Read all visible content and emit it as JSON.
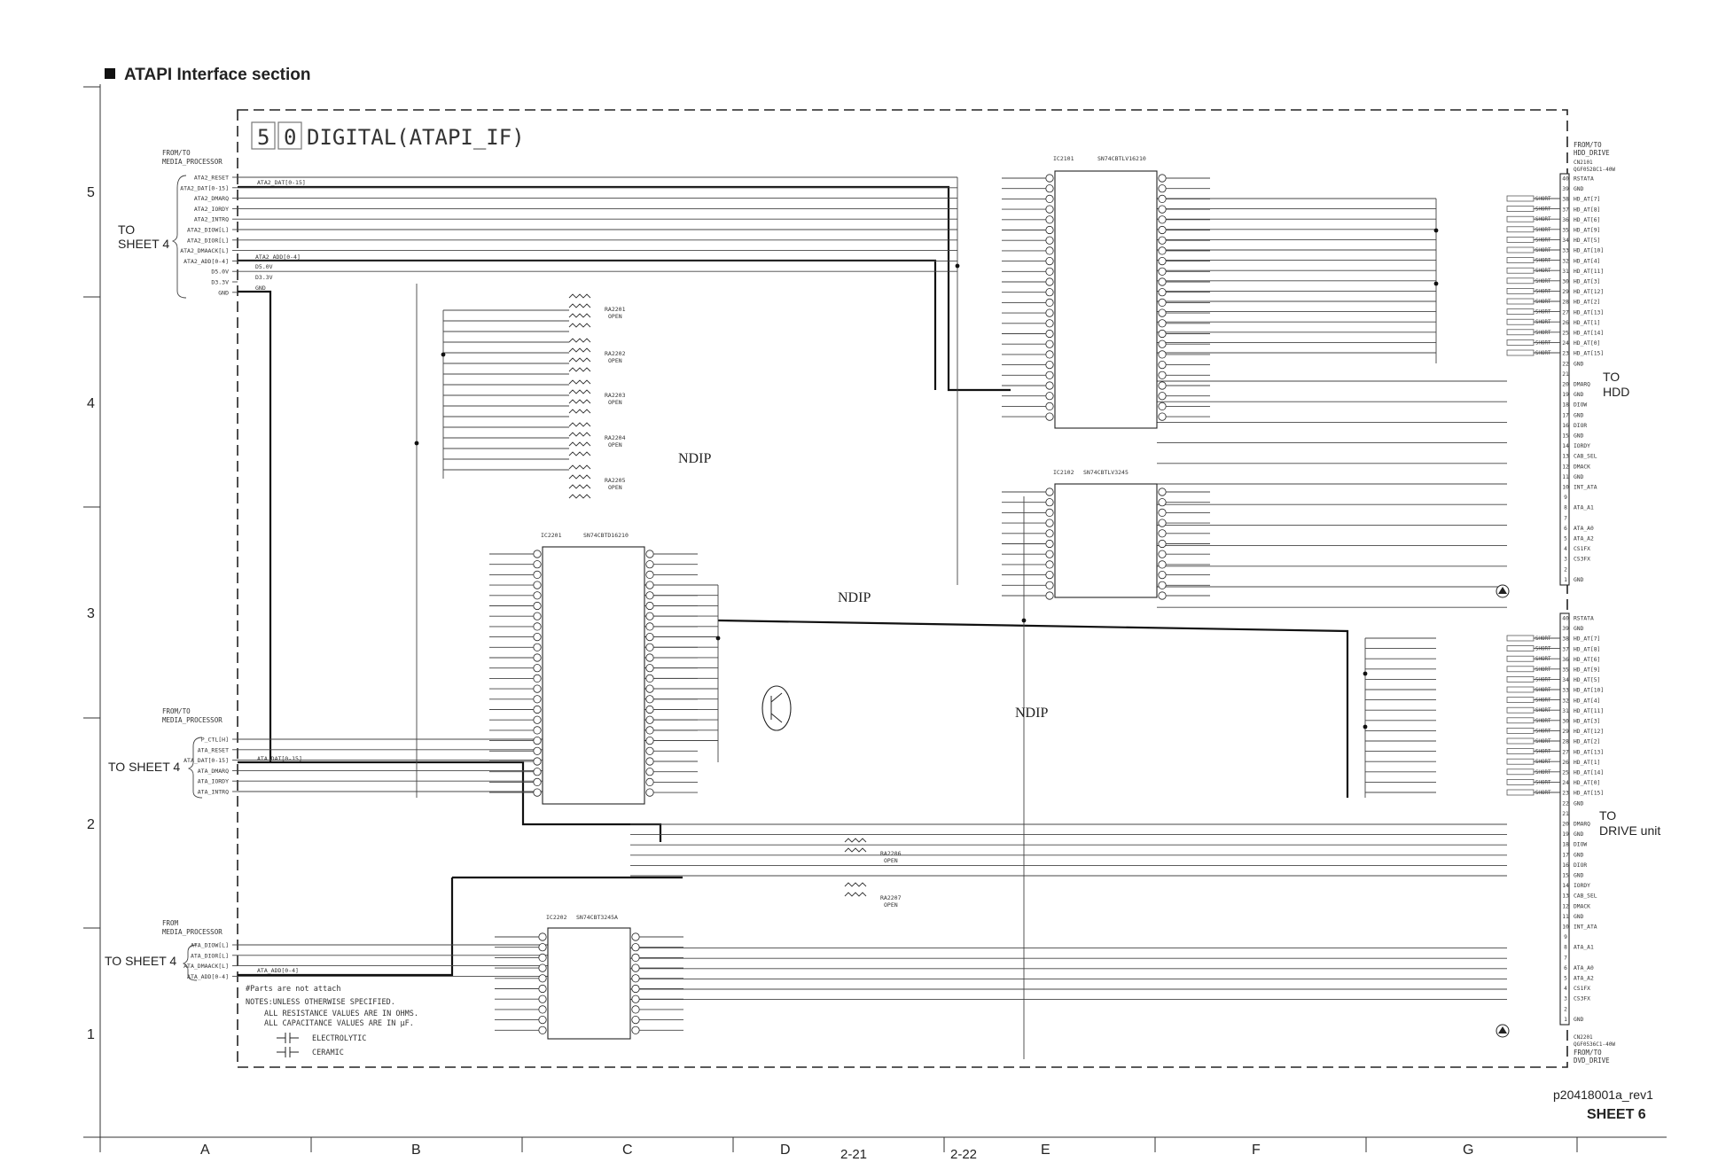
{
  "header": {
    "section_title": "ATAPI Interface section"
  },
  "block": {
    "number_a": "5",
    "number_b": "0",
    "name": "DIGITAL(ATAPI_IF)"
  },
  "left_groups": [
    {
      "from": "FROM/TO\nMEDIA_PROCESSOR",
      "to": "TO\nSHEET 4",
      "signals": [
        "ATA2_RESET",
        "ATA2_DAT[0-15]",
        "ATA2_DMARQ",
        "ATA2_IORDY",
        "ATA2_INTRQ",
        "ATA2_DIOW[L]",
        "ATA2_DIOR[L]",
        "ATA2_DMAACK[L]",
        "ATA2_ADD[0-4]",
        "D5.0V",
        "D3.3V",
        "GND"
      ]
    },
    {
      "from": "FROM/TO\nMEDIA_PROCESSOR",
      "to": "TO SHEET 4",
      "signals": [
        "P_CTL[H]",
        "ATA_RESET",
        "ATA_DAT[0-15]",
        "ATA_DMARQ",
        "ATA_IORDY",
        "ATA_INTRQ"
      ]
    },
    {
      "from": "FROM\nMEDIA_PROCESSOR",
      "to": "TO SHEET 4",
      "signals": [
        "ATA_DIOW[L]",
        "ATA_DIOR[L]",
        "ATA_DMAACK[L]",
        "ATA_ADD[0-4]"
      ]
    }
  ],
  "bus_labels": {
    "ata2_dat": "ATA2_DAT[0-15]",
    "ata2_add": "ATA2_ADD[0-4]",
    "d50": "D5.0V",
    "d33": "D3.3V",
    "gnd": "GND",
    "ata_dat": "ATA_DAT[0-15]",
    "ata_add": "ATA_ADD[0-4]"
  },
  "chips": [
    {
      "ref": "IC2101",
      "part": "SN74CBTLV16210"
    },
    {
      "ref": "IC2102",
      "part": "SN74CBTLV3245"
    },
    {
      "ref": "IC2201",
      "part": "SN74CBTD16210"
    },
    {
      "ref": "IC2202",
      "part": "SN74CBT3245A"
    }
  ],
  "resistor_arrays": [
    {
      "ref": "RA2201",
      "value": "OPEN"
    },
    {
      "ref": "RA2202",
      "value": "OPEN"
    },
    {
      "ref": "RA2203",
      "value": "OPEN"
    },
    {
      "ref": "RA2204",
      "value": "OPEN"
    },
    {
      "ref": "RA2205",
      "value": "OPEN"
    },
    {
      "ref": "RA2206",
      "value": "OPEN"
    },
    {
      "ref": "RA2207",
      "value": "OPEN"
    }
  ],
  "ndip": [
    "NDIP",
    "NDIP",
    "NDIP"
  ],
  "hdd_connector": {
    "from": "FROM/TO\nHDD_DRIVE",
    "ref": "CN2101",
    "part": "QGF0528C1-40W",
    "to": "TO\nHDD",
    "pins": [
      "RSTATA",
      "GND",
      "HD_AT[7]",
      "HD_AT[8]",
      "HD_AT[6]",
      "HD_AT[9]",
      "HD_AT[5]",
      "HD_AT[10]",
      "HD_AT[4]",
      "HD_AT[11]",
      "HD_AT[3]",
      "HD_AT[12]",
      "HD_AT[2]",
      "HD_AT[13]",
      "HD_AT[1]",
      "HD_AT[14]",
      "HD_AT[0]",
      "HD_AT[15]",
      "GND",
      "",
      "DMARQ",
      "GND",
      "DIOW",
      "GND",
      "DIOR",
      "GND",
      "IORDY",
      "CAB_SEL",
      "DMACK",
      "GND",
      "INT_ATA",
      "",
      "ATA_A1",
      "",
      "ATA_A0",
      "ATA_A2",
      "CS1FX",
      "CS3FX",
      "",
      "GND"
    ]
  },
  "drive_connector": {
    "to": "TO\nDRIVE unit",
    "ref": "CN2201",
    "part": "QGF0536C1-40W",
    "from": "FROM/TO\nDVD_DRIVE"
  },
  "short_label": "SHORT",
  "notes": {
    "star": "#Parts are not attach",
    "line1": "NOTES:UNLESS OTHERWISE SPECIFIED.",
    "line2": "ALL RESISTANCE VALUES ARE IN OHMS.",
    "line3": "ALL CAPACITANCE VALUES ARE IN μF.",
    "elec": "ELECTROLYTIC",
    "cer": "CERAMIC"
  },
  "footer": {
    "doc_id": "p20418001a_rev1",
    "sheet": "SHEET 6",
    "page_left": "2-21",
    "page_right": "2-22"
  },
  "grid": {
    "columns": [
      "A",
      "B",
      "C",
      "D",
      "E",
      "F",
      "G"
    ],
    "rows": [
      "5",
      "4",
      "3",
      "2",
      "1"
    ]
  }
}
